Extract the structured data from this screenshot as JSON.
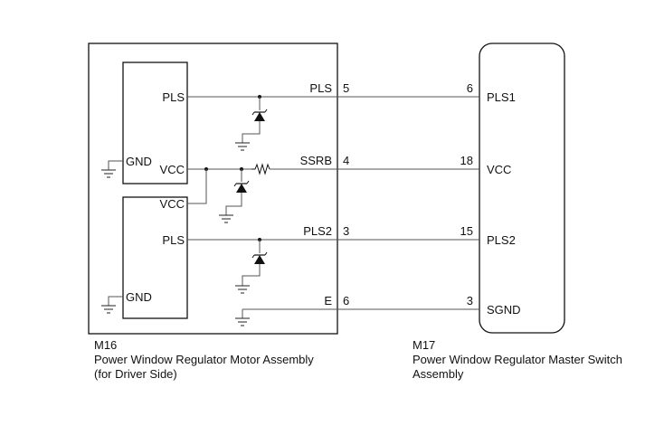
{
  "m16": {
    "code": "M16",
    "name_line1": "Power Window Regulator Motor Assembly",
    "name_line2": "(for Driver Side)",
    "upper_ic": {
      "pins": {
        "pls": "PLS",
        "gnd": "GND",
        "vcc": "VCC"
      }
    },
    "lower_ic": {
      "pins": {
        "vcc": "VCC",
        "pls": "PLS",
        "gnd": "GND"
      }
    },
    "terminals": [
      {
        "signal": "PLS",
        "pin": "5"
      },
      {
        "signal": "SSRB",
        "pin": "4"
      },
      {
        "signal": "PLS2",
        "pin": "3"
      },
      {
        "signal": "E",
        "pin": "6"
      }
    ]
  },
  "m17": {
    "code": "M17",
    "name_line1": "Power Window Regulator Master Switch",
    "name_line2": "Assembly",
    "terminals": [
      {
        "pin": "6",
        "signal": "PLS1"
      },
      {
        "pin": "18",
        "signal": "VCC"
      },
      {
        "pin": "15",
        "signal": "PLS2"
      },
      {
        "pin": "3",
        "signal": "SGND"
      }
    ]
  },
  "icons": {
    "ground": "ground-icon",
    "zener": "zener-diode-icon",
    "resistor": "resistor-icon"
  }
}
